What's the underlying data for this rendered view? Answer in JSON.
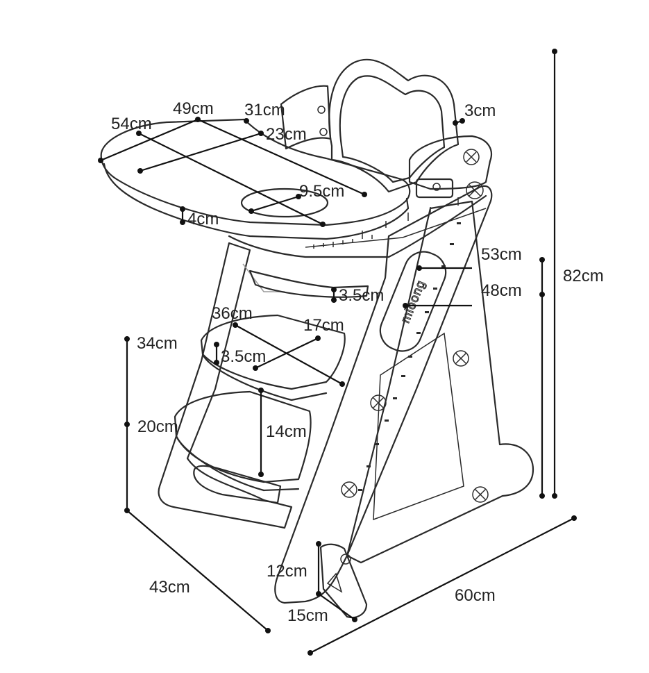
{
  "brand": "mloong",
  "dimensions": [
    {
      "id": "tray-depth-54",
      "text": "54cm"
    },
    {
      "id": "tray-width-49",
      "text": "49cm"
    },
    {
      "id": "tray-back-31",
      "text": "31cm"
    },
    {
      "id": "tray-inner-23",
      "text": "23cm"
    },
    {
      "id": "frame-thick-3",
      "text": "3cm"
    },
    {
      "id": "cup-hole-9-5",
      "text": "9.5cm"
    },
    {
      "id": "tray-thick-4",
      "text": "4cm"
    },
    {
      "id": "seat-height-53",
      "text": "53cm"
    },
    {
      "id": "seat-height-48",
      "text": "48cm"
    },
    {
      "id": "total-height-82",
      "text": "82cm"
    },
    {
      "id": "seat-thick-3-5-upper",
      "text": "3.5cm"
    },
    {
      "id": "seat-width-36",
      "text": "36cm"
    },
    {
      "id": "seat-depth-17",
      "text": "17cm"
    },
    {
      "id": "step-height-34",
      "text": "34cm"
    },
    {
      "id": "step-thick-3-5-lower",
      "text": "3.5cm"
    },
    {
      "id": "step-gap-20",
      "text": "20cm"
    },
    {
      "id": "step-gap-14",
      "text": "14cm"
    },
    {
      "id": "base-depth-43",
      "text": "43cm"
    },
    {
      "id": "base-width-60",
      "text": "60cm"
    },
    {
      "id": "stopper-height-12",
      "text": "12cm"
    },
    {
      "id": "stopper-length-15",
      "text": "15cm"
    }
  ]
}
